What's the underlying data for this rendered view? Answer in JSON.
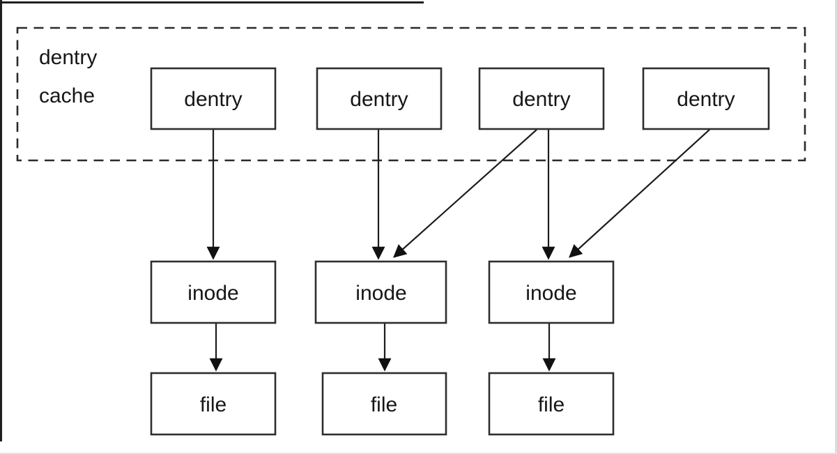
{
  "diagram": {
    "type": "box-and-arrow-diagram",
    "cache_region": {
      "label_line1": "dentry",
      "label_line2": "cache"
    },
    "nodes": {
      "dentries": [
        {
          "id": "dentry-1",
          "label": "dentry"
        },
        {
          "id": "dentry-2",
          "label": "dentry"
        },
        {
          "id": "dentry-3",
          "label": "dentry"
        },
        {
          "id": "dentry-4",
          "label": "dentry"
        }
      ],
      "inodes": [
        {
          "id": "inode-1",
          "label": "inode"
        },
        {
          "id": "inode-2",
          "label": "inode"
        },
        {
          "id": "inode-3",
          "label": "inode"
        }
      ],
      "files": [
        {
          "id": "file-1",
          "label": "file"
        },
        {
          "id": "file-2",
          "label": "file"
        },
        {
          "id": "file-3",
          "label": "file"
        }
      ]
    },
    "edges": [
      {
        "from": "dentry-1",
        "to": "inode-1",
        "style": "vertical-arrow"
      },
      {
        "from": "dentry-2",
        "to": "inode-2",
        "style": "vertical-arrow"
      },
      {
        "from": "dentry-3",
        "to": "inode-2",
        "style": "diagonal-arrow"
      },
      {
        "from": "dentry-3",
        "to": "inode-3",
        "style": "vertical-arrow"
      },
      {
        "from": "dentry-4",
        "to": "inode-3",
        "style": "diagonal-arrow"
      },
      {
        "from": "inode-1",
        "to": "file-1",
        "style": "vertical-arrow"
      },
      {
        "from": "inode-2",
        "to": "file-2",
        "style": "vertical-arrow"
      },
      {
        "from": "inode-3",
        "to": "file-3",
        "style": "vertical-arrow"
      }
    ],
    "colors": {
      "background": "#ffffff",
      "box_border": "#2e2e2e",
      "dashed_border": "#2a2a2a",
      "arrow": "#1c1c1c",
      "text": "#161616",
      "frame_line": "#1f1f1f",
      "faint_edge": "#c9ced3"
    }
  }
}
